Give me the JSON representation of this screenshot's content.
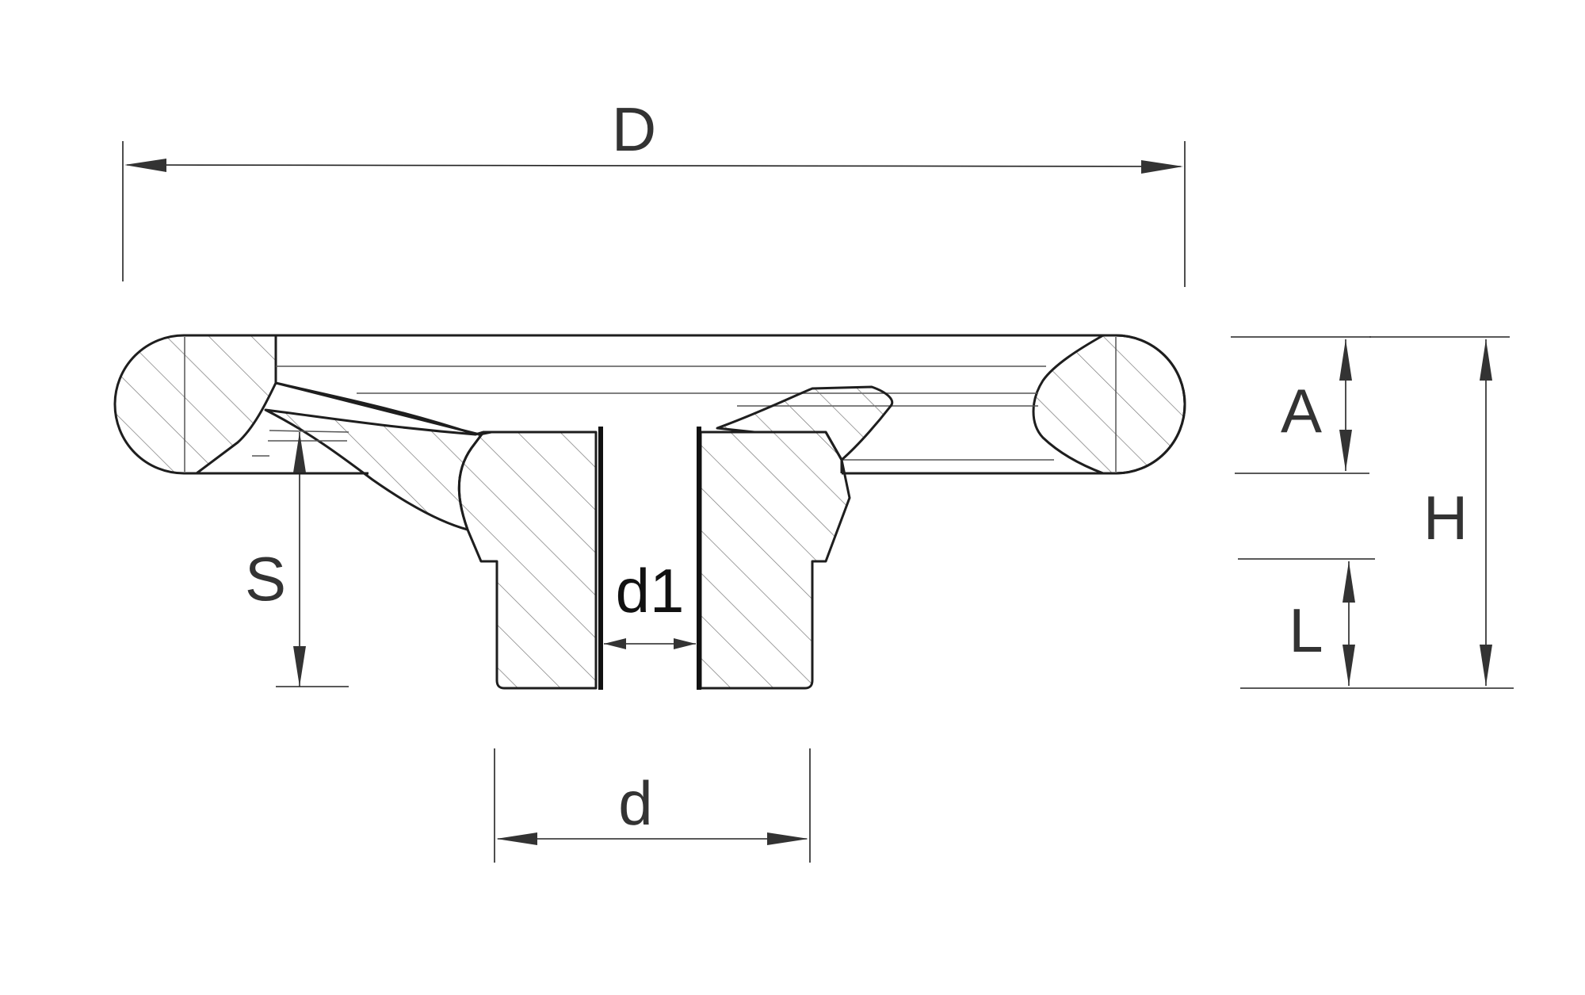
{
  "diagram": {
    "labels": {
      "D": "D",
      "A": "A",
      "H": "H",
      "L": "L",
      "S": "S",
      "d": "d",
      "d1": "d1"
    }
  }
}
